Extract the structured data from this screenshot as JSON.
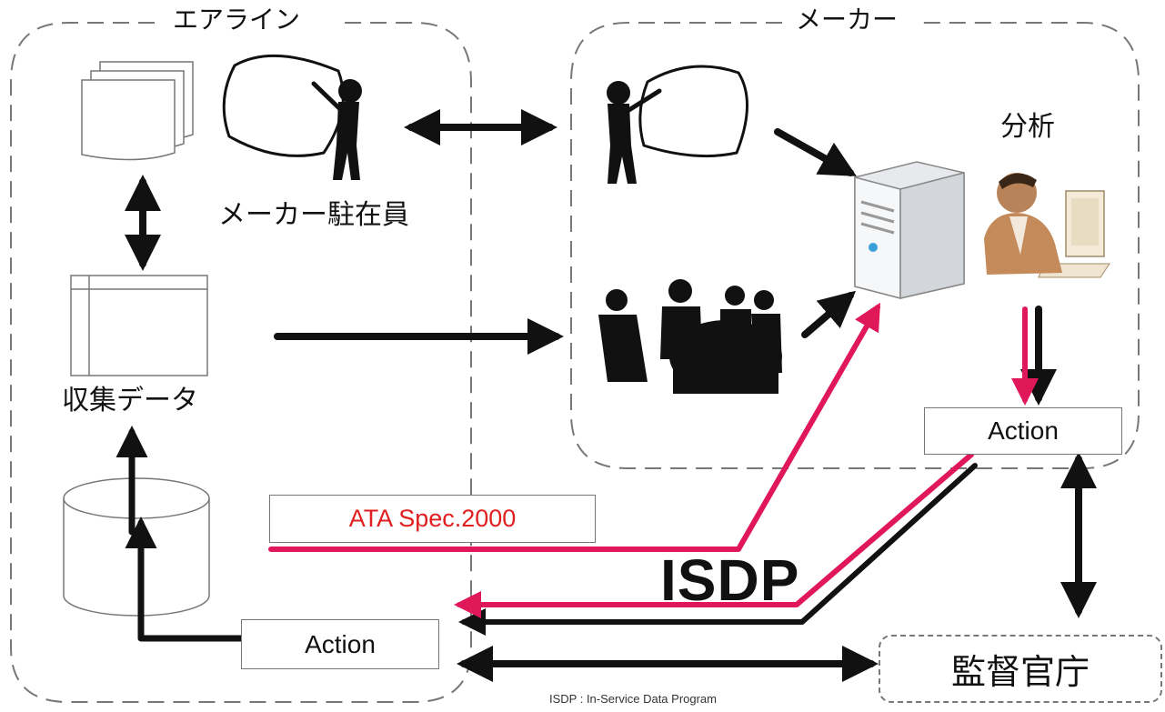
{
  "regions": {
    "airline": "エアライン",
    "maker": "メーカー"
  },
  "labels": {
    "resident_rep": "メーカー駐在員",
    "collected_data": "収集データ",
    "analysis": "分析",
    "isdp": "ISDP",
    "footnote": "ISDP : In-Service Data Program"
  },
  "boxes": {
    "ata_spec": "ATA Spec.2000",
    "action_maker": "Action",
    "action_airline": "Action",
    "authority": "監督官庁"
  },
  "colors": {
    "flow_black": "#111111",
    "flow_magenta": "#e0185a",
    "ata_text": "#e02020",
    "dashed_border": "#777777"
  },
  "icons": [
    "document-stack-icon",
    "presenter-person-icon",
    "form-document-icon",
    "database-cylinder-icon",
    "meeting-group-icon",
    "server-tower-icon",
    "analyst-at-computer-icon"
  ]
}
